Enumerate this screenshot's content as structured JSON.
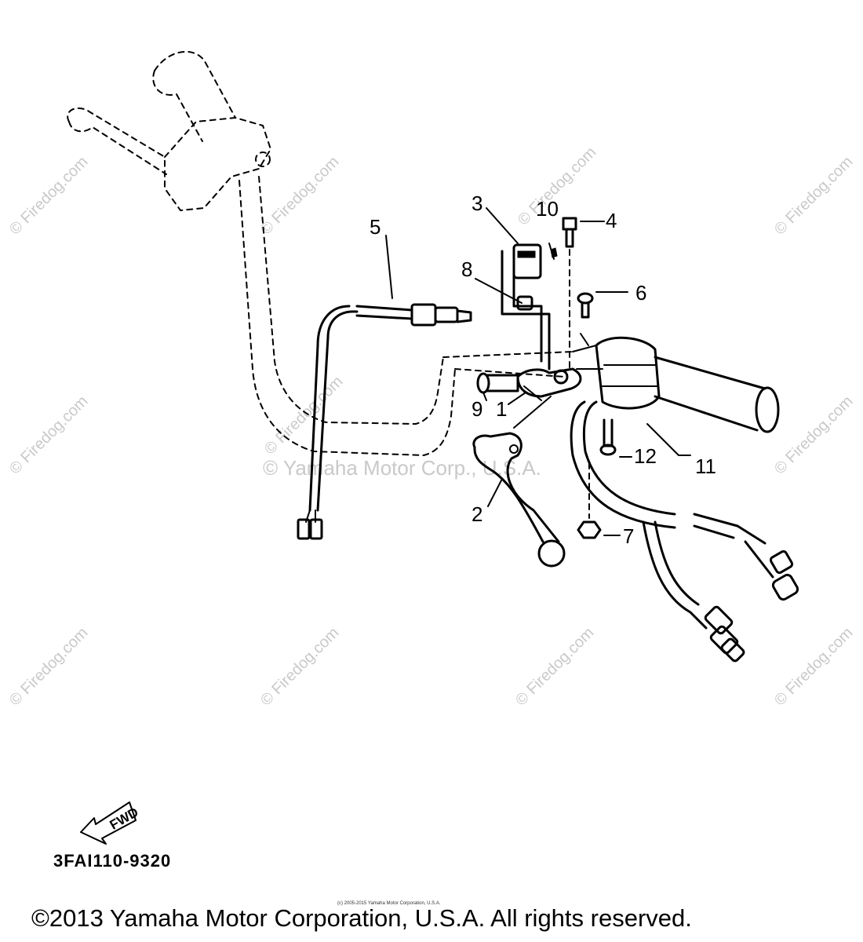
{
  "watermark": {
    "text": "© Firedog.com",
    "center_text": "© Yamaha Motor Corp., U.S.A."
  },
  "callouts": [
    {
      "id": "1",
      "label": "1"
    },
    {
      "id": "2",
      "label": "2"
    },
    {
      "id": "3",
      "label": "3"
    },
    {
      "id": "4",
      "label": "4"
    },
    {
      "id": "5",
      "label": "5"
    },
    {
      "id": "6",
      "label": "6"
    },
    {
      "id": "7",
      "label": "7"
    },
    {
      "id": "8",
      "label": "8"
    },
    {
      "id": "9",
      "label": "9"
    },
    {
      "id": "10",
      "label": "10"
    },
    {
      "id": "11",
      "label": "11"
    },
    {
      "id": "12",
      "label": "12"
    }
  ],
  "fwd_arrow": {
    "label": "FWD"
  },
  "part_code": "3FAI110-9320",
  "fine_print": "(c) 2005-2015 Yamaha Motor Corporation, U.S.A.",
  "copyright": "©2013 Yamaha Motor Corporation, U.S.A. All rights reserved."
}
